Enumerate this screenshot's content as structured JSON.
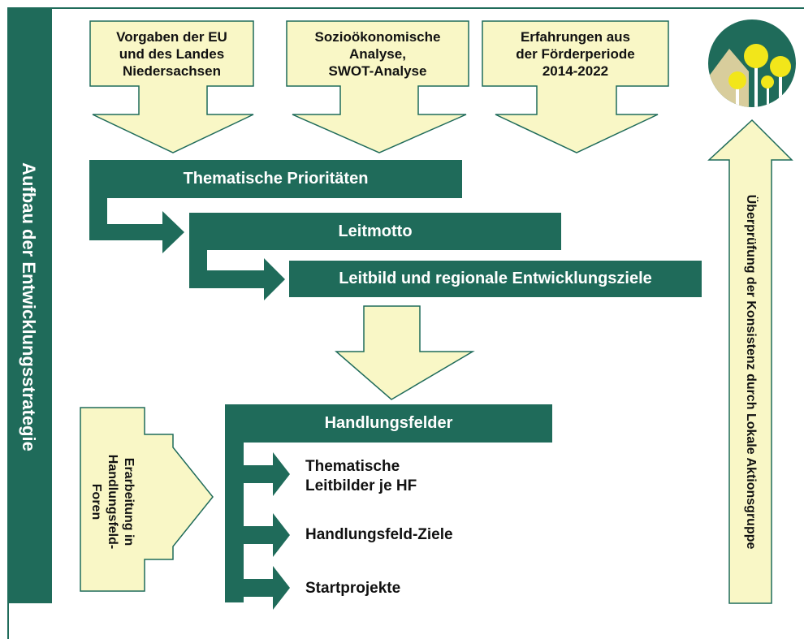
{
  "side_title": "Aufbau der Entwicklungsstrategie",
  "inputs": [
    {
      "text": "Vorgaben der EU\nund des Landes\nNiedersachsen"
    },
    {
      "text": "Sozioökonomische\nAnalyse,\nSWOT-Analyse"
    },
    {
      "text": "Erfahrungen aus\nder Förderperiode\n2014-2022"
    }
  ],
  "steps": {
    "prioritaeten": "Thematische Prioritäten",
    "leitmotto": "Leitmotto",
    "leitbild": "Leitbild und regionale Entwicklungsziele",
    "handlungsfelder": "Handlungsfelder"
  },
  "hf_items": [
    {
      "text": "Thematische\nLeitbilder je HF"
    },
    {
      "text": "Handlungsfeld-Ziele"
    },
    {
      "text": "Startprojekte"
    }
  ],
  "foren_label": "Erarbeitung in\nHandlungsfeld-\nForen",
  "review_label": "Überprüfung der Konsistenz durch Lokale Aktionsgruppe",
  "colors": {
    "green": "#1f6b5a",
    "cream": "#f9f7c6",
    "yellow": "#f2e61a",
    "beige": "#d8cd9c"
  }
}
